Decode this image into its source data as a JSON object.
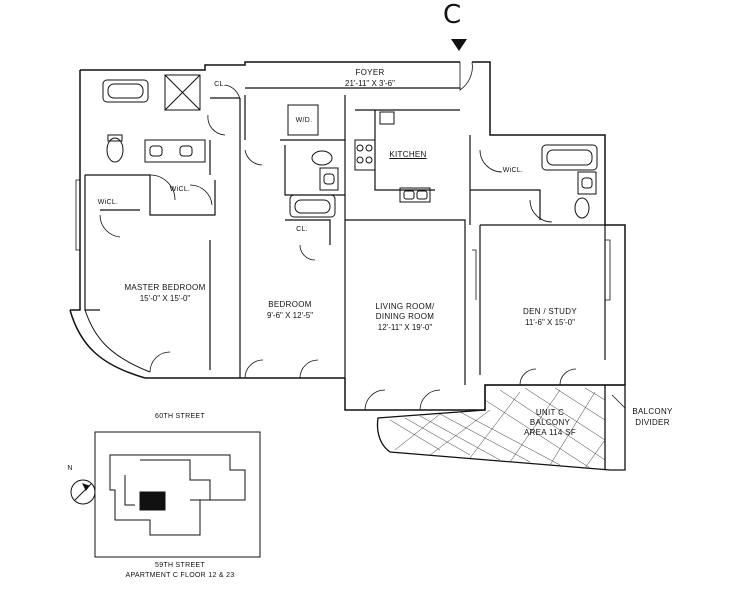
{
  "entry_marker": "C",
  "rooms": {
    "foyer": {
      "name": "FOYER",
      "dims": "21'-11\" X 3'-6\""
    },
    "closet_top": {
      "name": "CL."
    },
    "wd": {
      "name": "W/D."
    },
    "kitchen": {
      "name": "KITCHEN"
    },
    "wic_right": {
      "name": "WiCL."
    },
    "wic_master_left": {
      "name": "WiCL."
    },
    "wic_master_right": {
      "name": "WiCL."
    },
    "closet_bedroom": {
      "name": "CL."
    },
    "master_bedroom": {
      "name": "MASTER BEDROOM",
      "dims": "15'-0\" X 15'-0\""
    },
    "bedroom": {
      "name": "BEDROOM",
      "dims": "9'-6\" X 12'-5\""
    },
    "living_dining": {
      "name_line1": "LIVING ROOM/",
      "name_line2": "DINING ROOM",
      "dims": "12'-11\" X 19'-0\""
    },
    "den_study": {
      "name": "DEN / STUDY",
      "dims": "11'-6\" X 15'-0\""
    },
    "balcony": {
      "line1": "UNIT C",
      "line2": "BALCONY",
      "line3": "AREA 114 SF"
    },
    "balcony_divider": {
      "line1": "BALCONY",
      "line2": "DIVIDER"
    }
  },
  "key_plan": {
    "north_label": "N",
    "top_street": "60TH STREET",
    "bottom_street": "59TH STREET",
    "caption": "APARTMENT C  FLOOR 12 & 23"
  }
}
